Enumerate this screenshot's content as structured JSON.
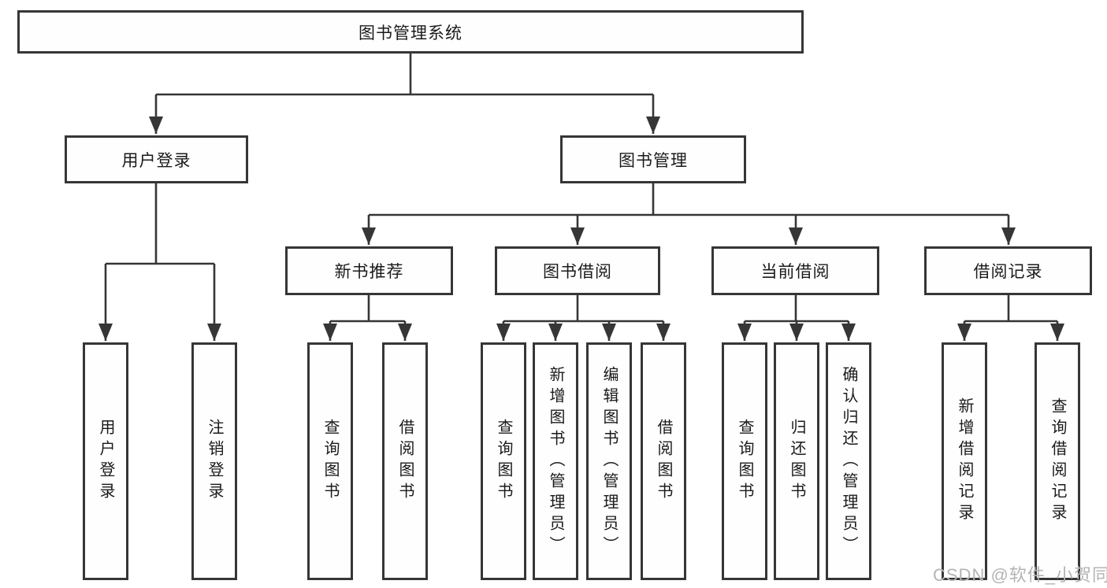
{
  "diagram": {
    "root": {
      "label": "图书管理系统"
    },
    "level2": [
      {
        "label": "用户登录"
      },
      {
        "label": "图书管理"
      }
    ],
    "level3": [
      {
        "label": "新书推荐"
      },
      {
        "label": "图书借阅"
      },
      {
        "label": "当前借阅"
      },
      {
        "label": "借阅记录"
      }
    ],
    "leaves": {
      "user_login": [
        "用户登录",
        "注销登录"
      ],
      "new_book": [
        "查询图书",
        "借阅图书"
      ],
      "book_borrow": [
        "查询图书",
        "新增图书（管理员）",
        "编辑图书（管理员）",
        "借阅图书"
      ],
      "current_borrow": [
        "查询图书",
        "归还图书",
        "确认归还（管理员）"
      ],
      "borrow_record": [
        "新增借阅记录",
        "查询借阅记录"
      ]
    }
  },
  "watermark": {
    "text": "CSDN @软件_小贺同学"
  },
  "colors": {
    "line": "#363636",
    "box_border": "#363636",
    "box_fill": "#fefefe",
    "text": "#1a1a1a",
    "watermark": "#b4b4b4",
    "background": "#ffffff"
  }
}
